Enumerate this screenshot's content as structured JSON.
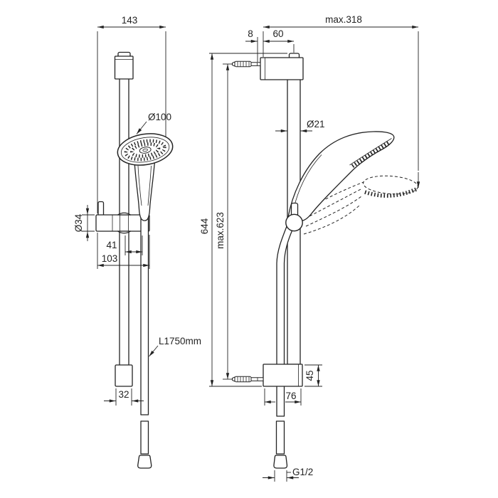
{
  "meta": {
    "background_color": "#ffffff",
    "line_color": "#232323",
    "text_color": "#232323",
    "drawing_type": "technical dimension drawing",
    "subject": "shower slide-rail set with hand shower, front and side views"
  },
  "front_view": {
    "width_label": "143",
    "head_diameter_label": "Ø100",
    "slider_diameter_label": "Ø34",
    "rail_to_hose_label": "41",
    "slider_length_label": "103",
    "hose_length_label": "L1750mm",
    "bottom_bracket_width_label": "32"
  },
  "side_view": {
    "max_reach_label": "max.318",
    "wall_gap_label": "8",
    "bracket_depth_label": "60",
    "rail_diameter_label": "Ø21",
    "total_height_label": "644",
    "fixing_distance_label": "max.623",
    "bottom_bracket_height_label": "45",
    "bottom_bracket_depth_label": "76",
    "thread_label": "G1/2"
  }
}
